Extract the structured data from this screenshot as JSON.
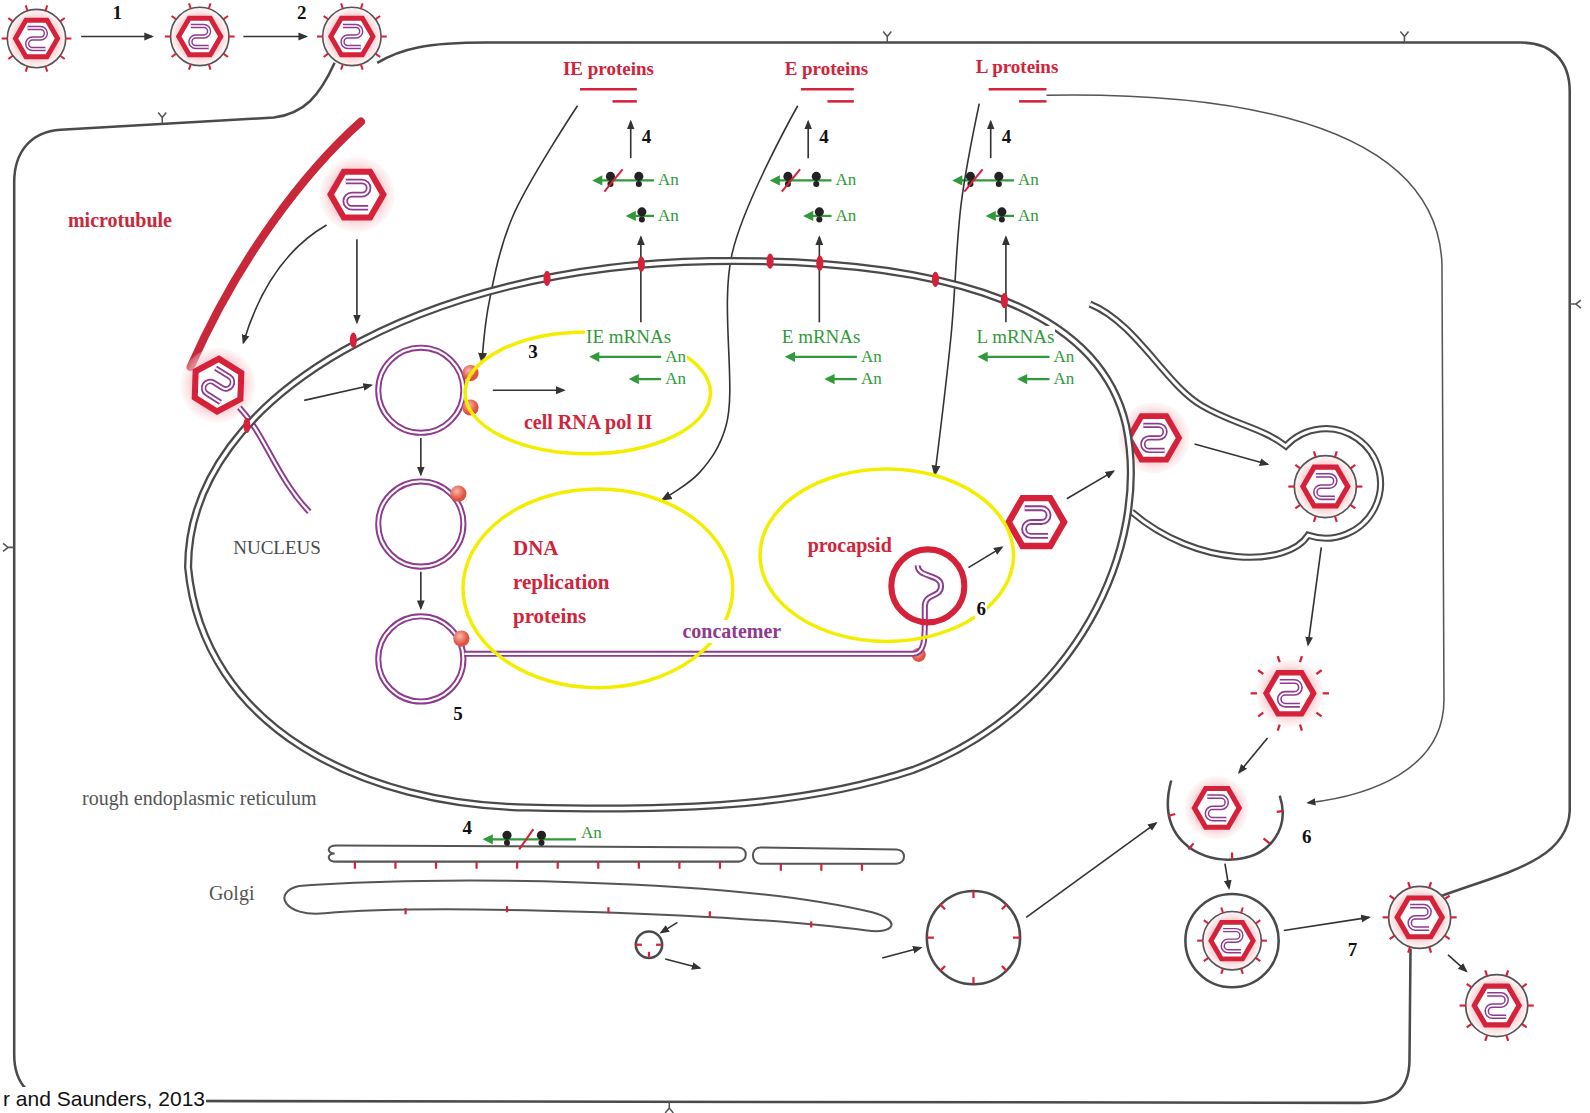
{
  "diagram": {
    "nodes": [
      {
        "text": [
          "IE proteins"
        ]
      },
      {
        "text": [
          "E proteins"
        ]
      },
      {
        "text": [
          "L proteins"
        ]
      },
      {
        "text": [
          "NUCLEUS"
        ]
      },
      {
        "text": [
          "cell RNA pol II"
        ],
        "in": 3
      },
      {
        "text": [
          "DNA replication proteins"
        ],
        "in": 3
      },
      {
        "text": [
          "procapsid"
        ],
        "in": 3
      }
    ],
    "edges": [
      {
        "from": 0,
        "to": 4,
        "arrow": "to"
      },
      {
        "from": 1,
        "to": 5,
        "arrow": "to"
      },
      {
        "from": 2,
        "to": 6,
        "arrow": "to"
      }
    ],
    "labels": [
      "1",
      "2",
      "4",
      "4",
      "4",
      "An",
      "An",
      "An",
      "An",
      "An",
      "An",
      "microtubule",
      "IE mRNAs",
      "An",
      "An",
      "E mRNAs",
      "An",
      "An",
      "L mRNAs",
      "An",
      "An",
      "3",
      "concatemer",
      "5",
      "6",
      "rough endoplasmic reticulum",
      "4",
      "An",
      "Golgi",
      "6",
      "7",
      "r and Saunders, 2013"
    ]
  }
}
